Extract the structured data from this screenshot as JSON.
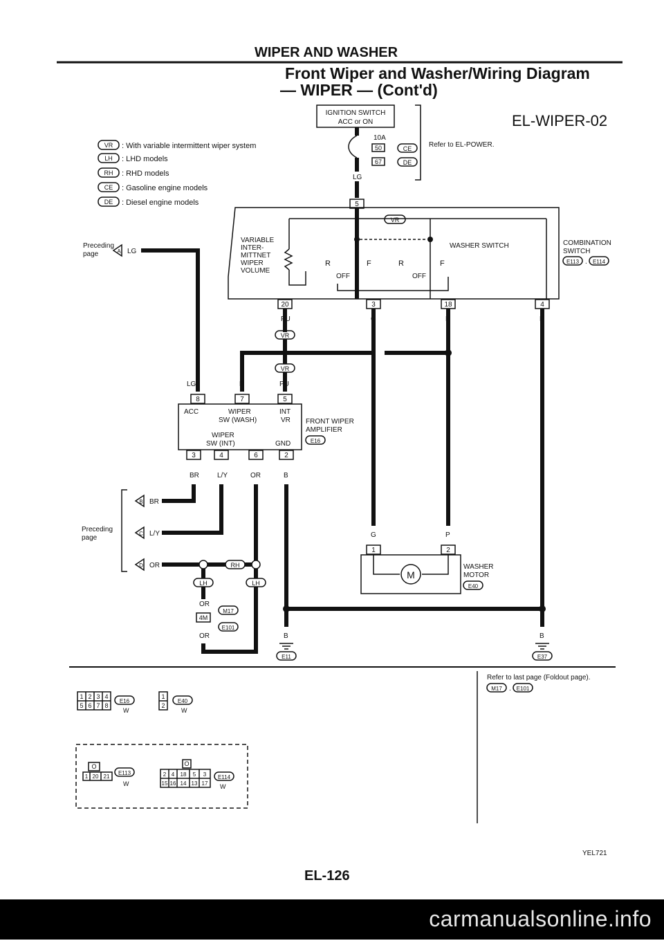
{
  "header": {
    "section": "WIPER AND WASHER",
    "title": "Front Wiper and Washer/Wiring Diagram",
    "subtitle": "— WIPER — (Cont'd)",
    "code": "EL-WIPER-02"
  },
  "legend": [
    {
      "tag": "VR",
      "text": ": With variable intermittent wiper system"
    },
    {
      "tag": "LH",
      "text": ": LHD models"
    },
    {
      "tag": "RH",
      "text": ": RHD models"
    },
    {
      "tag": "CE",
      "text": ": Gasoline engine models"
    },
    {
      "tag": "DE",
      "text": ": Diesel engine models"
    }
  ],
  "ignition": {
    "label1": "IGNITION SWITCH",
    "label2": "ACC or ON",
    "fuse": "10A",
    "f1": "50",
    "f2": "67",
    "ce": "CE",
    "de": "DE",
    "note": "Refer to EL-POWER.",
    "wire": "LG",
    "conn": "5"
  },
  "combination": {
    "vr": "VR",
    "var1": "VARIABLE",
    "var2": "INTER-",
    "var3": "MITTNET",
    "var4": "WIPER",
    "var5": "VOLUME",
    "washer": "WASHER SWITCH",
    "name1": "COMBINATION",
    "name2": "SWITCH",
    "c1": "E113",
    "c2": "E114",
    "r": "R",
    "f": "F",
    "off": "OFF",
    "pins": [
      "20",
      "3",
      "18",
      "4"
    ],
    "wires": [
      "PU",
      "G",
      "P",
      "B"
    ]
  },
  "preceding": {
    "text1": "Preceding",
    "text2": "page",
    "a": "A",
    "b": "B",
    "c": "C",
    "d": "D",
    "lg": "LG",
    "br": "BR",
    "ly": "L/Y",
    "or": "OR"
  },
  "amplifier": {
    "top_wires": [
      "LG",
      "P",
      "PU"
    ],
    "top_pins": [
      "8",
      "7",
      "5"
    ],
    "acc": "ACC",
    "wiper1": "WIPER",
    "wash": "SW (WASH)",
    "int": "INT",
    "vr": "VR",
    "wiper2": "WIPER",
    "swint": "SW (INT)",
    "gnd": "GND",
    "bot_pins": [
      "3",
      "4",
      "6",
      "2"
    ],
    "bot_wires": [
      "BR",
      "L/Y",
      "OR",
      "B"
    ],
    "name1": "FRONT WIPER",
    "name2": "AMPLIFIER",
    "conn": "E16"
  },
  "middle": {
    "vr1": "VR",
    "vr2": "VR",
    "rh": "RH",
    "lh1": "LH",
    "lh2": "LH",
    "or1": "OR",
    "or2": "OR",
    "m17": "M17",
    "e101": "E101",
    "conn4m": "4M"
  },
  "motor": {
    "g": "G",
    "p": "P",
    "pin1": "1",
    "pin2": "2",
    "m": "M",
    "name1": "WASHER",
    "name2": "MOTOR",
    "conn": "E40"
  },
  "grounds": {
    "b1": "B",
    "e11": "E11",
    "b2": "B",
    "e37": "E37"
  },
  "footnote": {
    "text": "Refer to last page (Foldout page).",
    "c1": "M17",
    "c2": "E101"
  },
  "connectors": {
    "e16_top": [
      "1",
      "2",
      "3",
      "4"
    ],
    "e16_bot": [
      "5",
      "6",
      "7",
      "8"
    ],
    "e16": "E16",
    "w": "W",
    "e40_top": "1",
    "e40_bot": "2",
    "e40": "E40",
    "e113_a": "O",
    "e113_b": [
      "1",
      "20",
      "21"
    ],
    "e113": "E113",
    "e114_a": "O",
    "e114_top": [
      "2",
      "4",
      "18",
      "5",
      "3"
    ],
    "e114_bot": [
      "15",
      "16",
      "14",
      "13",
      "17"
    ],
    "e114": "E114"
  },
  "footer": {
    "code": "YEL721",
    "page": "EL-126"
  },
  "watermark": "carmanualsonline.info"
}
